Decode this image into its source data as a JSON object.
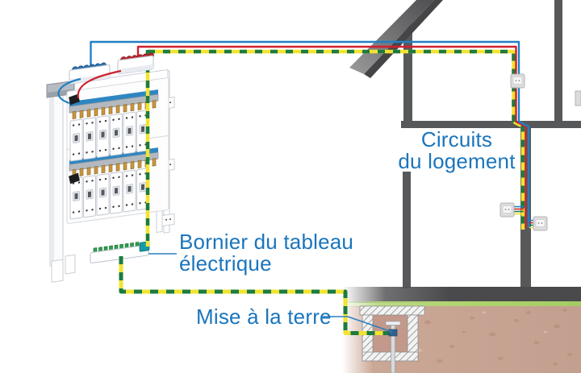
{
  "labels": {
    "circuits_line1": "Circuits",
    "circuits_line2": "du logement",
    "bornier_line1": "Bornier du tableau",
    "bornier_line2": "électrique",
    "terre": "Mise à la terre"
  },
  "colors": {
    "label_text": "#1a75bc",
    "wire_neutral_blue": "#2180c4",
    "wire_phase_red": "#cf202e",
    "wire_earth_yellow": "#f2e330",
    "wire_earth_green": "#1e7b40",
    "wall_grey": "#57585a",
    "grass_green": "#b4d678",
    "soil_brown": "#c9a593"
  }
}
